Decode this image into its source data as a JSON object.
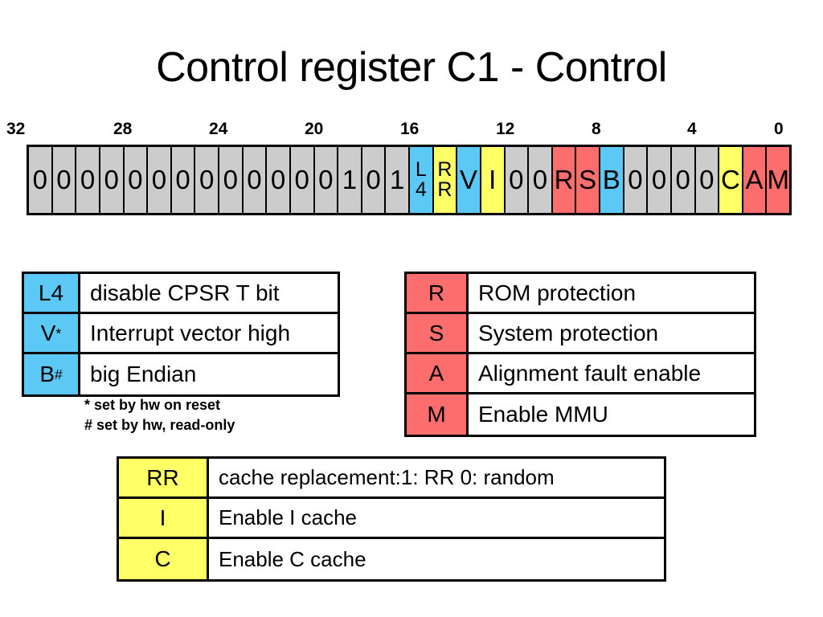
{
  "title": "Control register C1 - Control",
  "ruler": {
    "ticks": [
      {
        "label": "32",
        "bit": 32
      },
      {
        "label": "28",
        "bit": 28
      },
      {
        "label": "24",
        "bit": 24
      },
      {
        "label": "20",
        "bit": 20
      },
      {
        "label": "16",
        "bit": 16
      },
      {
        "label": "12",
        "bit": 12
      },
      {
        "label": "8",
        "bit": 8
      },
      {
        "label": "4",
        "bit": 4
      },
      {
        "label": "0",
        "bit": 0
      }
    ]
  },
  "colors": {
    "gray": "#cccccc",
    "blue": "#5bc8f5",
    "yellow": "#ffff66",
    "red": "#fc6e6e",
    "border": "#000000",
    "background": "#ffffff"
  },
  "register": {
    "name": "C1",
    "width_bits": 32,
    "cells": [
      {
        "bit": 31,
        "text": "0",
        "color": "gray"
      },
      {
        "bit": 30,
        "text": "0",
        "color": "gray"
      },
      {
        "bit": 29,
        "text": "0",
        "color": "gray"
      },
      {
        "bit": 28,
        "text": "0",
        "color": "gray"
      },
      {
        "bit": 27,
        "text": "0",
        "color": "gray"
      },
      {
        "bit": 26,
        "text": "0",
        "color": "gray"
      },
      {
        "bit": 25,
        "text": "0",
        "color": "gray"
      },
      {
        "bit": 24,
        "text": "0",
        "color": "gray"
      },
      {
        "bit": 23,
        "text": "0",
        "color": "gray"
      },
      {
        "bit": 22,
        "text": "0",
        "color": "gray"
      },
      {
        "bit": 21,
        "text": "0",
        "color": "gray"
      },
      {
        "bit": 20,
        "text": "0",
        "color": "gray"
      },
      {
        "bit": 19,
        "text": "0",
        "color": "gray"
      },
      {
        "bit": 18,
        "text": "1",
        "color": "gray"
      },
      {
        "bit": 17,
        "text": "0",
        "color": "gray"
      },
      {
        "bit": 16,
        "text": "1",
        "color": "gray"
      },
      {
        "bit": 15,
        "line1": "L",
        "line2": "4",
        "color": "blue"
      },
      {
        "bit": 14,
        "line1": "R",
        "line2": "R",
        "color": "yellow"
      },
      {
        "bit": 13,
        "text": "V",
        "color": "blue"
      },
      {
        "bit": 12,
        "text": "I",
        "color": "yellow"
      },
      {
        "bit": 11,
        "text": "0",
        "color": "gray"
      },
      {
        "bit": 10,
        "text": "0",
        "color": "gray"
      },
      {
        "bit": 9,
        "text": "R",
        "color": "red"
      },
      {
        "bit": 8,
        "text": "S",
        "color": "red"
      },
      {
        "bit": 7,
        "text": "B",
        "color": "blue"
      },
      {
        "bit": 6,
        "text": "0",
        "color": "gray"
      },
      {
        "bit": 5,
        "text": "0",
        "color": "gray"
      },
      {
        "bit": 4,
        "text": "0",
        "color": "gray"
      },
      {
        "bit": 3,
        "text": "0",
        "color": "gray"
      },
      {
        "bit": 2,
        "text": "C",
        "color": "yellow"
      },
      {
        "bit": 1,
        "text": "A",
        "color": "red"
      },
      {
        "bit": 0,
        "text": "M",
        "color": "red"
      }
    ]
  },
  "legend_blue": {
    "rows": [
      {
        "key": "L4",
        "key_base": "L4",
        "key_mark": "",
        "desc": "disable CPSR T bit"
      },
      {
        "key": "V*",
        "key_base": "V",
        "key_mark": "*",
        "desc": "Interrupt vector high"
      },
      {
        "key": "B#",
        "key_base": "B",
        "key_mark": "#",
        "desc": "big Endian"
      }
    ]
  },
  "legend_red": {
    "rows": [
      {
        "key": "R",
        "desc": "ROM protection"
      },
      {
        "key": "S",
        "desc": "System protection"
      },
      {
        "key": "A",
        "desc": "Alignment fault enable"
      },
      {
        "key": "M",
        "desc": "Enable MMU"
      }
    ]
  },
  "legend_yellow": {
    "rows": [
      {
        "key": "RR",
        "desc": "cache replacement:1: RR 0: random"
      },
      {
        "key": "I",
        "desc": "Enable I cache"
      },
      {
        "key": "C",
        "desc": "Enable C cache"
      }
    ]
  },
  "footnotes": [
    "* set by hw on reset",
    "# set by hw, read-only"
  ]
}
